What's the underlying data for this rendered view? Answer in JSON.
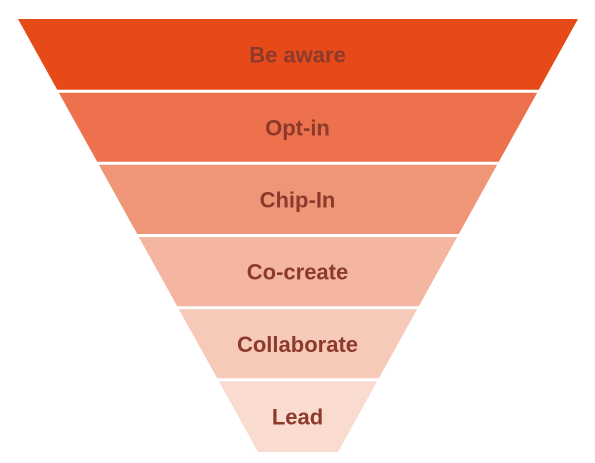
{
  "funnel": {
    "label_color": "#8b3a2b",
    "stages": [
      {
        "label": "Be aware",
        "color": "#e64a19"
      },
      {
        "label": "Opt-in",
        "color": "#ec714c"
      },
      {
        "label": "Chip-In",
        "color": "#f09678"
      },
      {
        "label": "Co-create",
        "color": "#f4b6a0"
      },
      {
        "label": "Collaborate",
        "color": "#f7c9b8"
      },
      {
        "label": "Lead",
        "color": "#fadbd0"
      }
    ]
  }
}
